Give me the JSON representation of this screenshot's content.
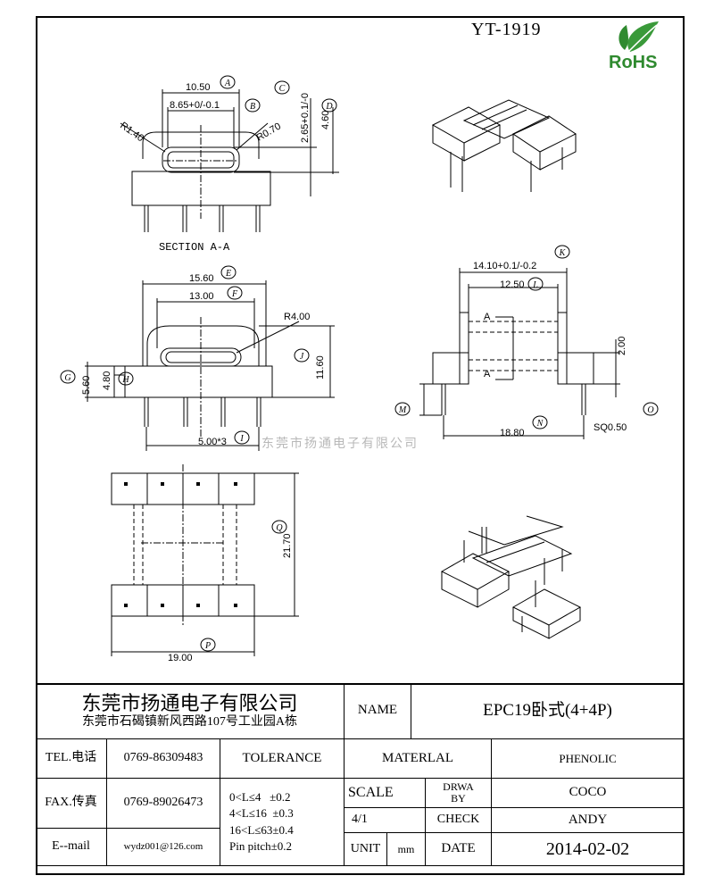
{
  "header": {
    "model": "YT-1919",
    "rohs": "RoHS"
  },
  "watermark": "东莞市扬通电子有限公司",
  "section_view": {
    "label": "SECTION A-A",
    "dims": {
      "a": "10.50",
      "b": "8.65+0/-0.1",
      "c": "2.65+0.1/-0",
      "d": "4.60",
      "r1": "R1.40",
      "r2": "R0.70"
    }
  },
  "front_view": {
    "dims": {
      "e": "15.60",
      "f": "13.00",
      "r": "R4.00",
      "j": "11.60",
      "g": "5.60",
      "h": "4.80",
      "i": "5.00*3"
    }
  },
  "side_view": {
    "dims": {
      "k": "14.10+0.1/-0.2",
      "l": "12.50",
      "h2": "2.00",
      "n": "18.80",
      "sq": "SQ0.50",
      "cut": "A"
    }
  },
  "bottom_view": {
    "dims": {
      "q": "21.70",
      "p": "19.00"
    }
  },
  "circled_letters": [
    "A",
    "B",
    "C",
    "D",
    "E",
    "F",
    "G",
    "H",
    "I",
    "J",
    "K",
    "L",
    "M",
    "N",
    "O",
    "P",
    "Q"
  ],
  "title_block": {
    "company": "东莞市扬通电子有限公司",
    "address": "东莞市石碣镇新风西路107号工业园A栋",
    "name_label": "NAME",
    "name_value": "EPC19卧式(4+4P)",
    "tel_label": "TEL.电话",
    "tel": "0769-86309483",
    "fax_label": "FAX.传真",
    "fax": "0769-89026473",
    "email_label": "E--mail",
    "email": "wydz001@126.com",
    "tolerance_label": "TOLERANCE",
    "tolerances": [
      "0<L≤4   ±0.2",
      "4<L≤16  ±0.3",
      "16<L≤63±0.4",
      "Pin pitch±0.2"
    ],
    "material_label": "MATERLAL",
    "material": "PHENOLIC",
    "scale_label": "SCALE",
    "scale": "4/1",
    "drawn_label": "DRWA BY",
    "drawn": "COCO",
    "check_label": "CHECK",
    "check": "ANDY",
    "unit_label": "UNIT",
    "unit": "mm",
    "date_label": "DATE",
    "date": "2014-02-02"
  }
}
